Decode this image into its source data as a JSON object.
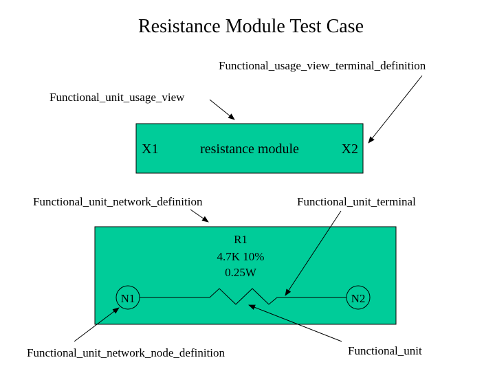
{
  "title": "Resistance Module Test Case",
  "colors": {
    "box_fill": "#00cc99",
    "stroke": "#000000",
    "background": "#ffffff"
  },
  "annotations": {
    "terminal_definition": "Functional_usage_view_terminal_definition",
    "usage_view": "Functional_unit_usage_view",
    "network_definition": "Functional_unit_network_definition",
    "terminal": "Functional_unit_terminal",
    "network_node_definition": "Functional_unit_network_node_definition",
    "functional_unit": "Functional_unit"
  },
  "usage_view_box": {
    "left_terminal": "X1",
    "label": "resistance module",
    "right_terminal": "X2"
  },
  "network_box": {
    "resistor": {
      "name": "R1",
      "value": "4.7K  10%",
      "power": "0.25W"
    },
    "node_left": "N1",
    "node_right": "N2"
  }
}
